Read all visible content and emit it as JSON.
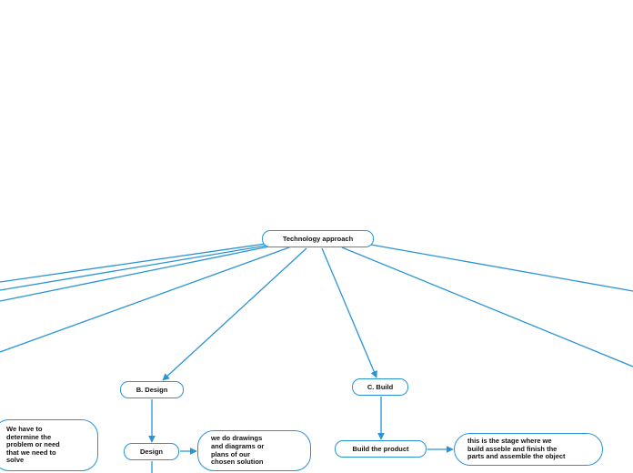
{
  "diagram": {
    "accent_color": "#2a93d5",
    "nodes": {
      "root": "Technology approach",
      "design_heading": "B. Design",
      "build_heading": "C. Build",
      "design_step": "Design",
      "build_step": "Build the product",
      "problem_note": "We have to\ndetermine the\nproblem or need\nthat we need to\nsolve",
      "design_note": "we do drawings\nand diagrams or\nplans of our\nchosen solution",
      "build_note": "this is the stage  where we\nbuild  asseble and finish the\nparts and assemble the object"
    }
  }
}
